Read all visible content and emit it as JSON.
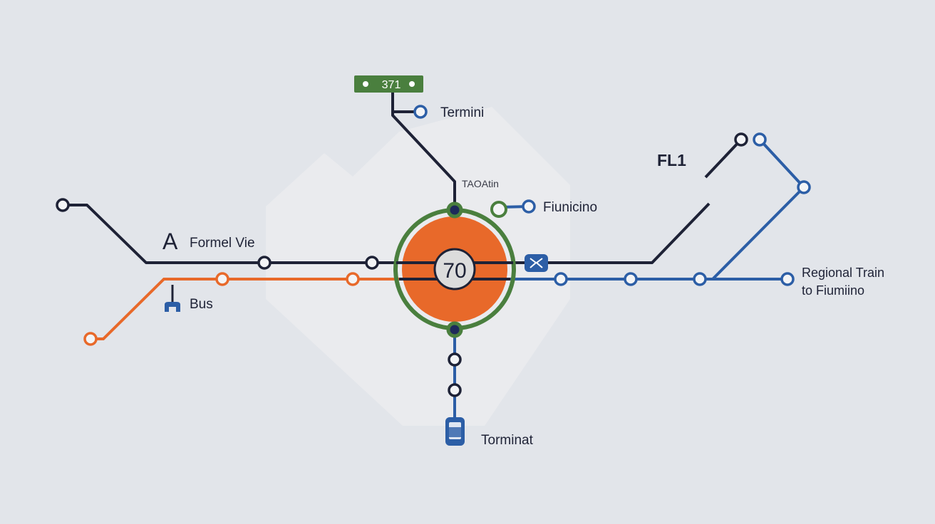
{
  "colors": {
    "background": "#e2e5ea",
    "dark_line": "#1e2236",
    "orange_line": "#e8692a",
    "blue_line": "#2c5ea6",
    "green_ring": "#4a7f3e"
  },
  "route_sign": {
    "label": "371"
  },
  "hub": {
    "label": "70"
  },
  "labels": {
    "termini": "Termini",
    "hub_top": "TAOAtin",
    "fiunicino": "Fiunicino",
    "fl1": "FL1",
    "line_letter": "A",
    "formel_vie": "Formel Vie",
    "bus": "Bus",
    "regional_line1": "Regional Train",
    "regional_line2": "to Fiumiino",
    "terminat": "Torminat"
  },
  "icons": [
    "bus-stop-icon",
    "transfer-icon",
    "terminal-bus-icon"
  ]
}
